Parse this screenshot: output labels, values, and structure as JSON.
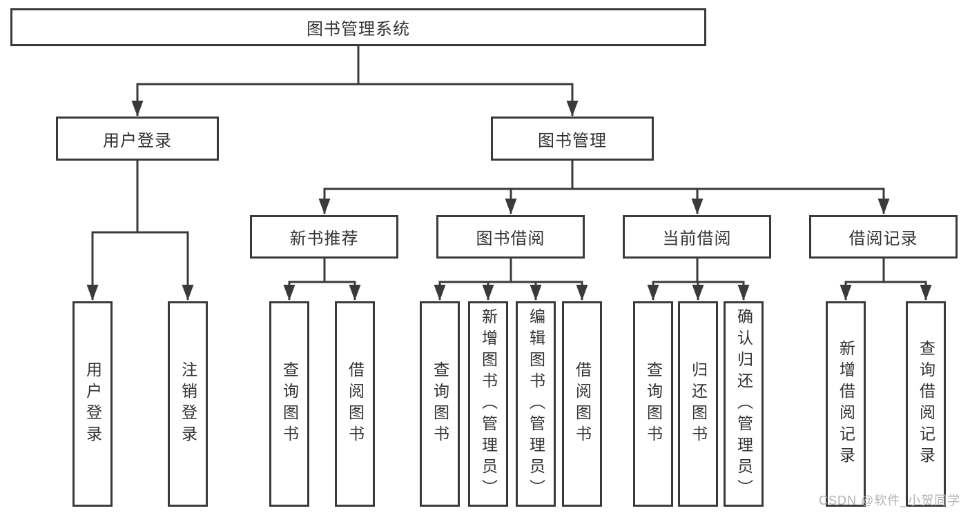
{
  "diagram": {
    "type": "hierarchy-tree",
    "tree": {
      "root": {
        "label": "图书管理系统",
        "children": [
          {
            "label": "用户登录",
            "children": [
              {
                "label": "用户登录"
              },
              {
                "label": "注销登录"
              }
            ]
          },
          {
            "label": "图书管理",
            "children": [
              {
                "label": "新书推荐",
                "children": [
                  {
                    "label": "查询图书"
                  },
                  {
                    "label": "借阅图书"
                  }
                ]
              },
              {
                "label": "图书借阅",
                "children": [
                  {
                    "label": "查询图书"
                  },
                  {
                    "label": "新增图书（管理员）"
                  },
                  {
                    "label": "编辑图书（管理员）"
                  },
                  {
                    "label": "借阅图书"
                  }
                ]
              },
              {
                "label": "当前借阅",
                "children": [
                  {
                    "label": "查询图书"
                  },
                  {
                    "label": "归还图书"
                  },
                  {
                    "label": "确认归还（管理员）"
                  }
                ]
              },
              {
                "label": "借阅记录",
                "children": [
                  {
                    "label": "新增借阅记录"
                  },
                  {
                    "label": "查询借阅记录"
                  }
                ]
              }
            ]
          }
        ]
      }
    },
    "colors": {
      "line": "#3a3a3a",
      "box_border": "#3a3a3a",
      "text": "#333333",
      "background": "#ffffff",
      "watermark": "#b3b3b3"
    }
  },
  "watermark": {
    "text": "CSDN @软件_小贺同学"
  }
}
